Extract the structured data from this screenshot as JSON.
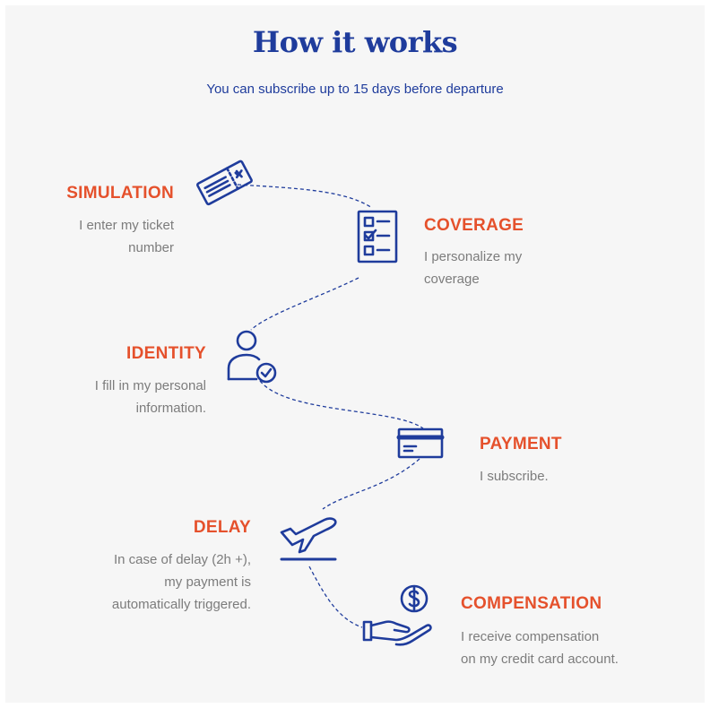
{
  "header": {
    "title": "How it works",
    "subtitle": "You can subscribe up to 15 days before departure"
  },
  "colors": {
    "title": "#1f3c9c",
    "heading": "#e5512c",
    "text": "#7c7c7c",
    "icon": "#1f3c9c",
    "background": "#f6f6f6"
  },
  "steps": [
    {
      "heading": "SIMULATION",
      "lines": [
        "I enter my ticket",
        "number"
      ],
      "icon": "plane-ticket-icon"
    },
    {
      "heading": "COVERAGE",
      "lines": [
        "I personalize my",
        "coverage"
      ],
      "icon": "checklist-icon"
    },
    {
      "heading": "IDENTITY",
      "lines": [
        "I fill in my personal",
        "information."
      ],
      "icon": "user-check-icon"
    },
    {
      "heading": "PAYMENT",
      "lines": [
        "I subscribe."
      ],
      "icon": "credit-card-icon"
    },
    {
      "heading": "DELAY",
      "lines": [
        "In case of delay (2h +),",
        "my payment is",
        "automatically triggered."
      ],
      "icon": "airplane-takeoff-icon"
    },
    {
      "heading": "COMPENSATION",
      "lines": [
        "I receive compensation",
        "on my credit card account."
      ],
      "icon": "hand-dollar-icon"
    }
  ]
}
